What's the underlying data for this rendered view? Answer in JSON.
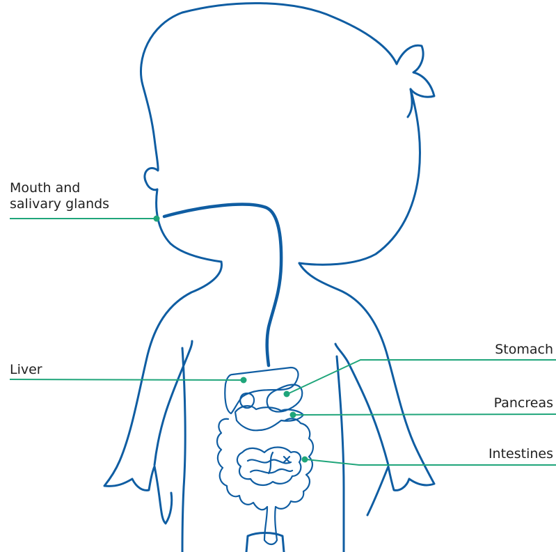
{
  "diagram": {
    "labels": {
      "mouth_line1": "Mouth and",
      "mouth_line2": "salivary glands",
      "liver": "Liver",
      "stomach": "Stomach",
      "pancreas": "Pancreas",
      "intestines": "Intestines"
    },
    "colors": {
      "outline": "#0f5da2",
      "leader": "#1fa57a",
      "text": "#1f1f1f"
    }
  }
}
